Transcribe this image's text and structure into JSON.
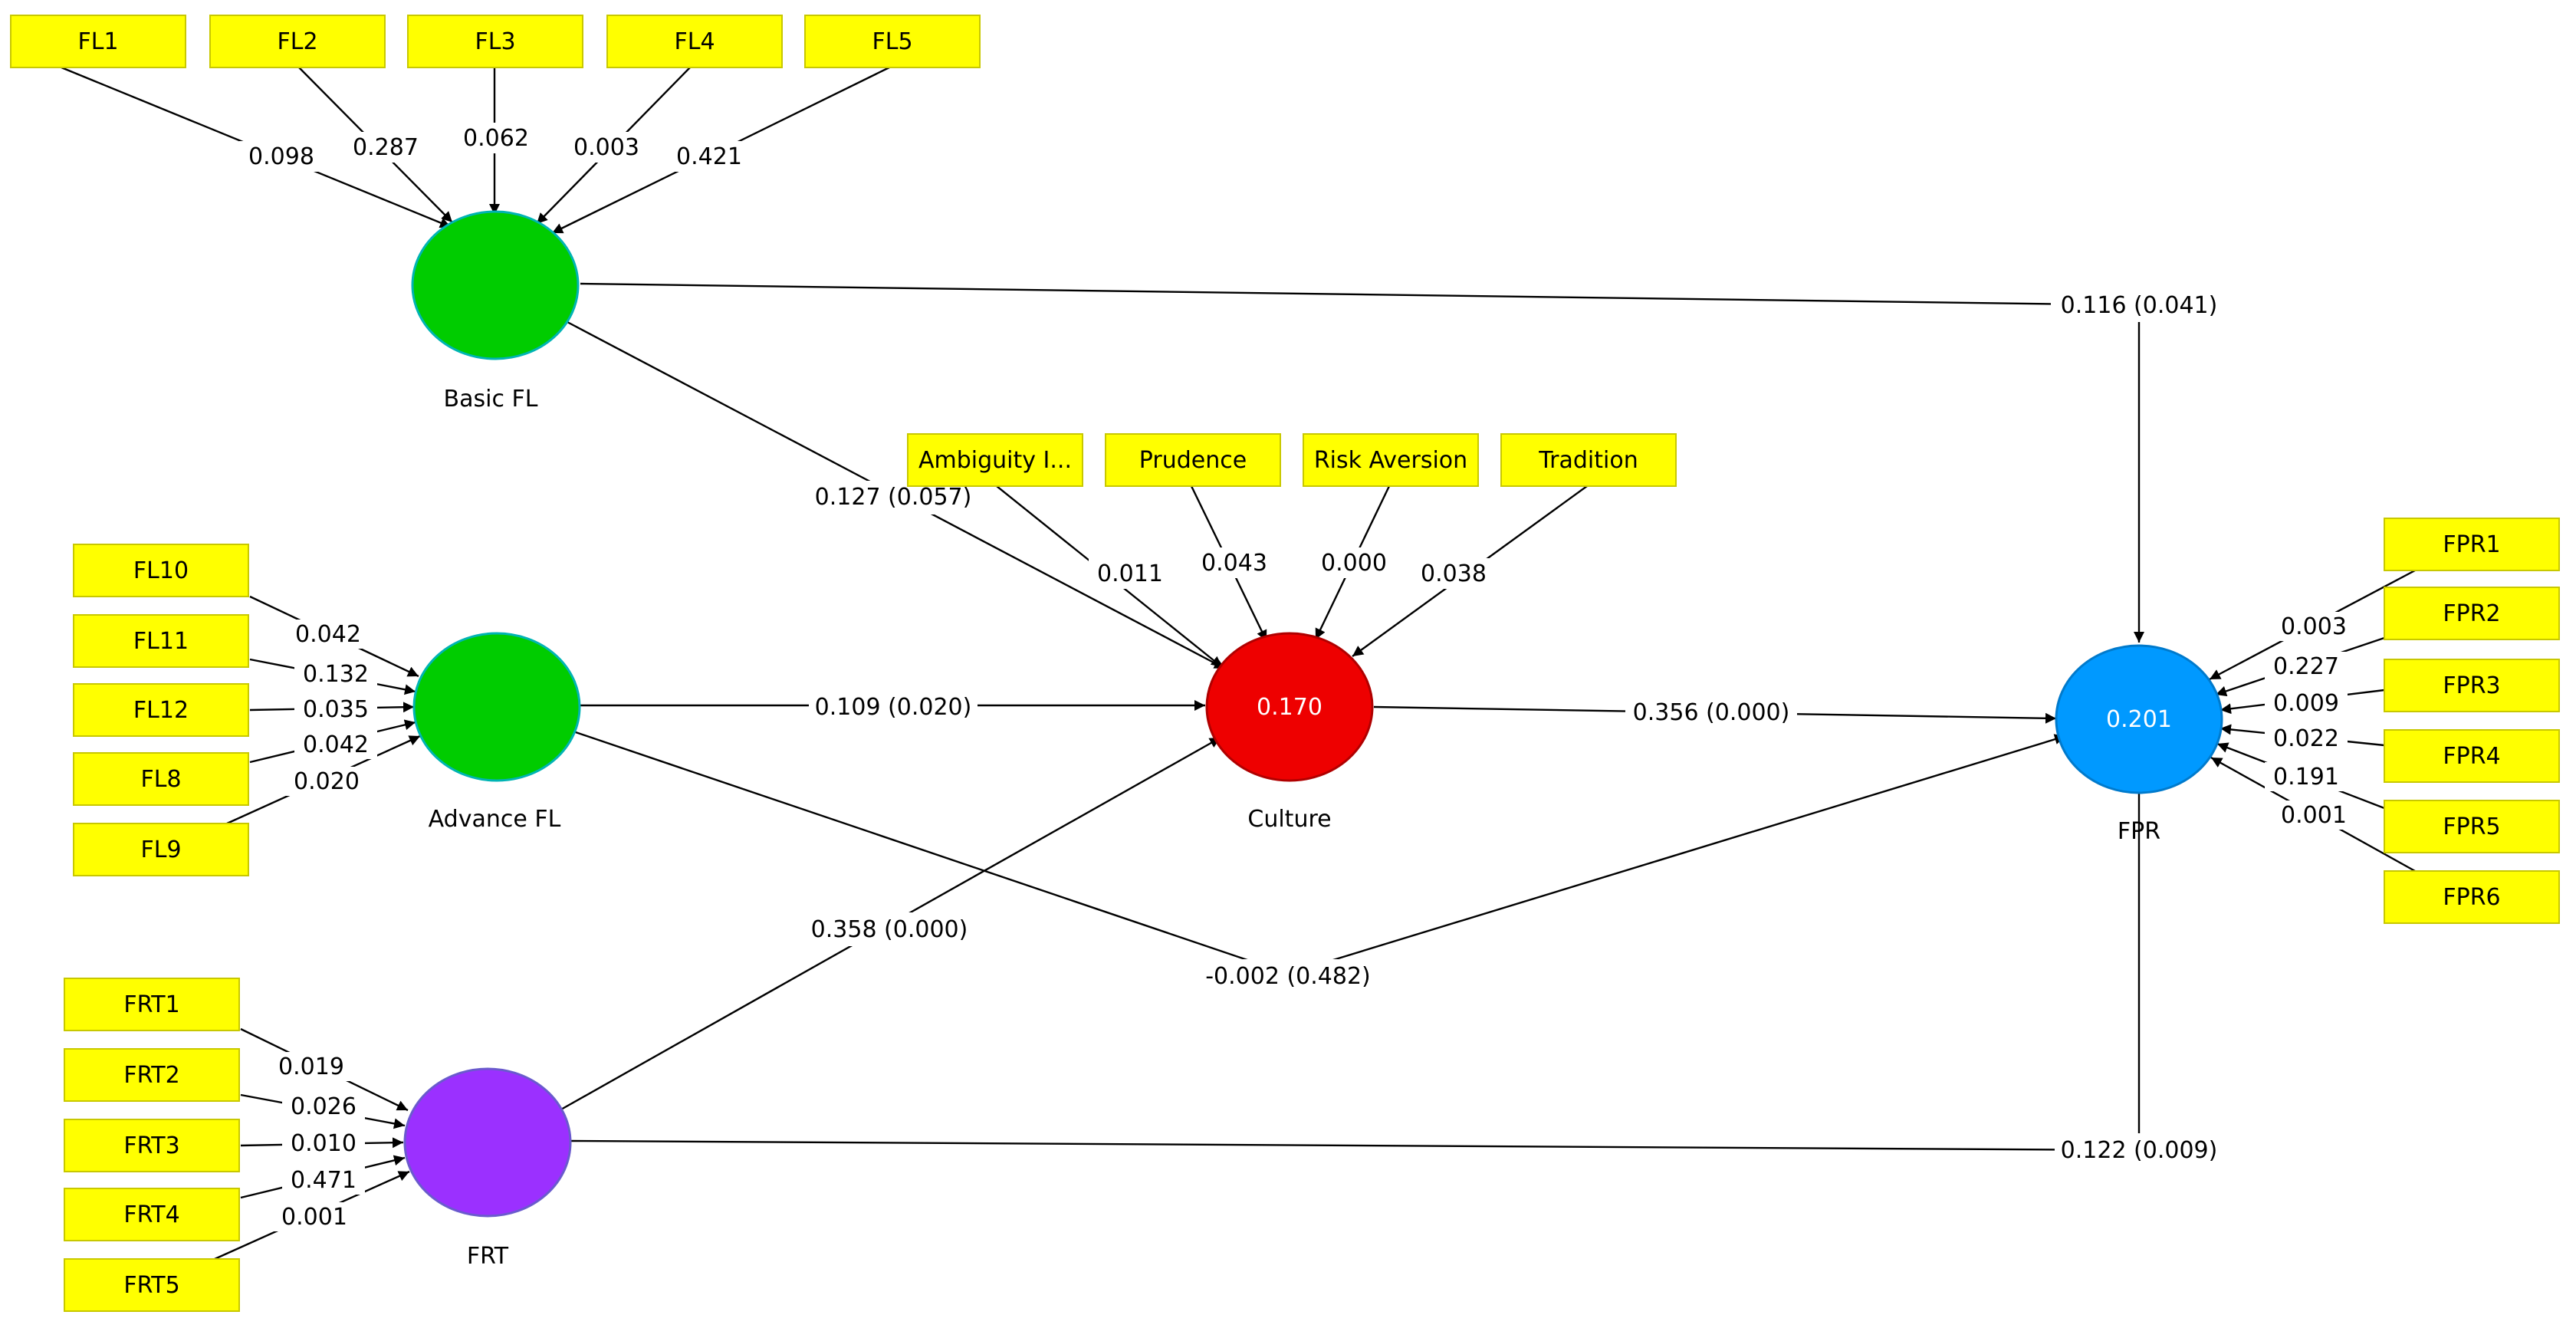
{
  "diagram": {
    "latent_variables": [
      {
        "id": "basic",
        "label": "Basic FL",
        "r2": "",
        "color": "#00cc00"
      },
      {
        "id": "advance",
        "label": "Advance FL",
        "r2": "",
        "color": "#00cc00"
      },
      {
        "id": "frt",
        "label": "FRT",
        "r2": "",
        "color": "#9b30ff"
      },
      {
        "id": "culture",
        "label": "Culture",
        "r2": "0.170",
        "color": "#ee0000"
      },
      {
        "id": "fpr",
        "label": "FPR",
        "r2": "0.201",
        "color": "#0099ff"
      }
    ],
    "indicators": [
      {
        "id": "FL1",
        "label": "FL1",
        "construct": "basic",
        "weight": "0.098"
      },
      {
        "id": "FL2",
        "label": "FL2",
        "construct": "basic",
        "weight": "0.287"
      },
      {
        "id": "FL3",
        "label": "FL3",
        "construct": "basic",
        "weight": "0.062"
      },
      {
        "id": "FL4",
        "label": "FL4",
        "construct": "basic",
        "weight": "0.003"
      },
      {
        "id": "FL5",
        "label": "FL5",
        "construct": "basic",
        "weight": "0.421"
      },
      {
        "id": "FL10",
        "label": "FL10",
        "construct": "advance",
        "weight": "0.042"
      },
      {
        "id": "FL11",
        "label": "FL11",
        "construct": "advance",
        "weight": "0.132"
      },
      {
        "id": "FL12",
        "label": "FL12",
        "construct": "advance",
        "weight": "0.035"
      },
      {
        "id": "FL8",
        "label": "FL8",
        "construct": "advance",
        "weight": "0.042"
      },
      {
        "id": "FL9",
        "label": "FL9",
        "construct": "advance",
        "weight": "0.020"
      },
      {
        "id": "FRT1",
        "label": "FRT1",
        "construct": "frt",
        "weight": "0.019"
      },
      {
        "id": "FRT2",
        "label": "FRT2",
        "construct": "frt",
        "weight": "0.026"
      },
      {
        "id": "FRT3",
        "label": "FRT3",
        "construct": "frt",
        "weight": "0.010"
      },
      {
        "id": "FRT4",
        "label": "FRT4",
        "construct": "frt",
        "weight": "0.471"
      },
      {
        "id": "FRT5",
        "label": "FRT5",
        "construct": "frt",
        "weight": "0.001"
      },
      {
        "id": "AMB",
        "label": "Ambiguity I...",
        "construct": "culture",
        "weight": "0.011"
      },
      {
        "id": "PRU",
        "label": "Prudence",
        "construct": "culture",
        "weight": "0.043"
      },
      {
        "id": "RISK",
        "label": "Risk Aversion",
        "construct": "culture",
        "weight": "0.000"
      },
      {
        "id": "TRAD",
        "label": "Tradition",
        "construct": "culture",
        "weight": "0.038"
      },
      {
        "id": "FPR1",
        "label": "FPR1",
        "construct": "fpr",
        "weight": "0.003"
      },
      {
        "id": "FPR2",
        "label": "FPR2",
        "construct": "fpr",
        "weight": "0.227"
      },
      {
        "id": "FPR3",
        "label": "FPR3",
        "construct": "fpr",
        "weight": "0.009"
      },
      {
        "id": "FPR4",
        "label": "FPR4",
        "construct": "fpr",
        "weight": "0.022"
      },
      {
        "id": "FPR5",
        "label": "FPR5",
        "construct": "fpr",
        "weight": "0.191"
      },
      {
        "id": "FPR6",
        "label": "FPR6",
        "construct": "fpr",
        "weight": "0.001"
      }
    ],
    "paths": [
      {
        "id": "basic-fpr",
        "from": "basic",
        "to": "fpr",
        "label": "0.116 (0.041)"
      },
      {
        "id": "basic-culture",
        "from": "basic",
        "to": "culture",
        "label": "0.127 (0.057)"
      },
      {
        "id": "advance-culture",
        "from": "advance",
        "to": "culture",
        "label": "0.109 (0.020)"
      },
      {
        "id": "advance-fpr",
        "from": "advance",
        "to": "fpr",
        "label": "-0.002 (0.482)"
      },
      {
        "id": "frt-culture",
        "from": "frt",
        "to": "culture",
        "label": "0.358 (0.000)"
      },
      {
        "id": "frt-fpr",
        "from": "frt",
        "to": "fpr",
        "label": "0.122 (0.009)"
      },
      {
        "id": "culture-fpr",
        "from": "culture",
        "to": "fpr",
        "label": "0.356 (0.000)"
      }
    ]
  }
}
